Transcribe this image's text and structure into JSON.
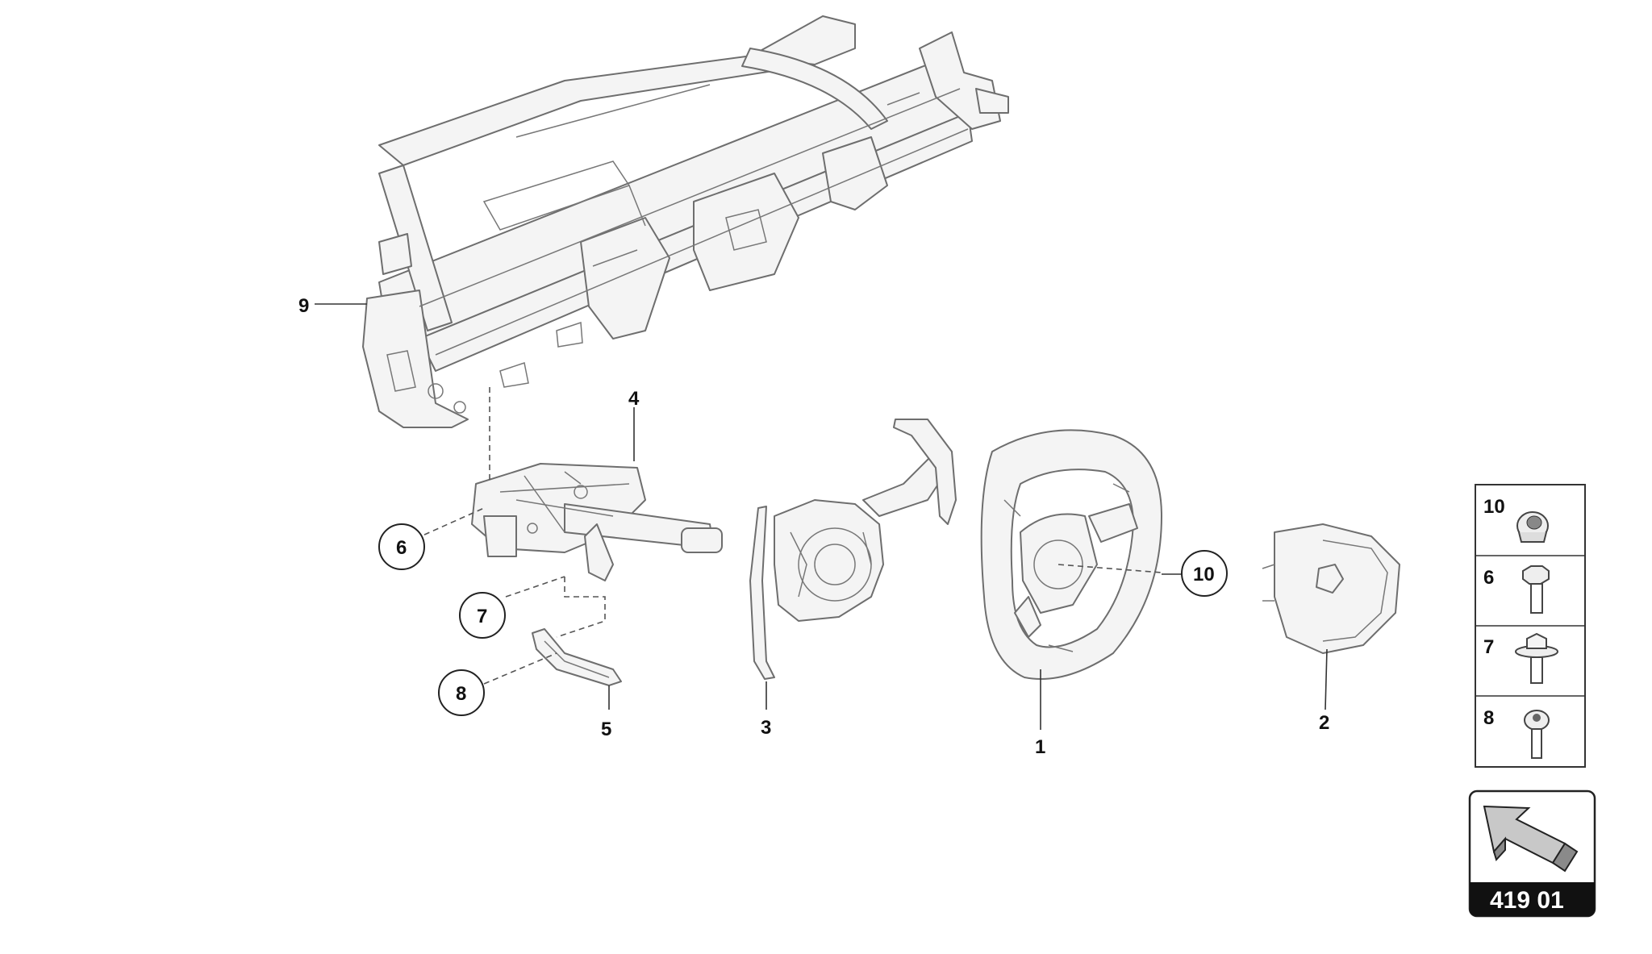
{
  "labels": {
    "part_1": "1",
    "part_2": "2",
    "part_3": "3",
    "part_4": "4",
    "part_5": "5",
    "part_9": "9",
    "callout_6": "6",
    "callout_7": "7",
    "callout_8": "8",
    "callout_10": "10"
  },
  "legend": {
    "items": [
      {
        "number": "10",
        "icon": "cap-nut-icon"
      },
      {
        "number": "6",
        "icon": "hex-bolt-icon"
      },
      {
        "number": "7",
        "icon": "flange-bolt-icon"
      },
      {
        "number": "8",
        "icon": "torx-screw-icon"
      }
    ]
  },
  "reference": {
    "code": "419 01",
    "icon": "direction-arrow-icon"
  },
  "colors": {
    "line": "#6e6e6e",
    "ref_bg": "#111111",
    "ref_text": "#ffffff"
  }
}
